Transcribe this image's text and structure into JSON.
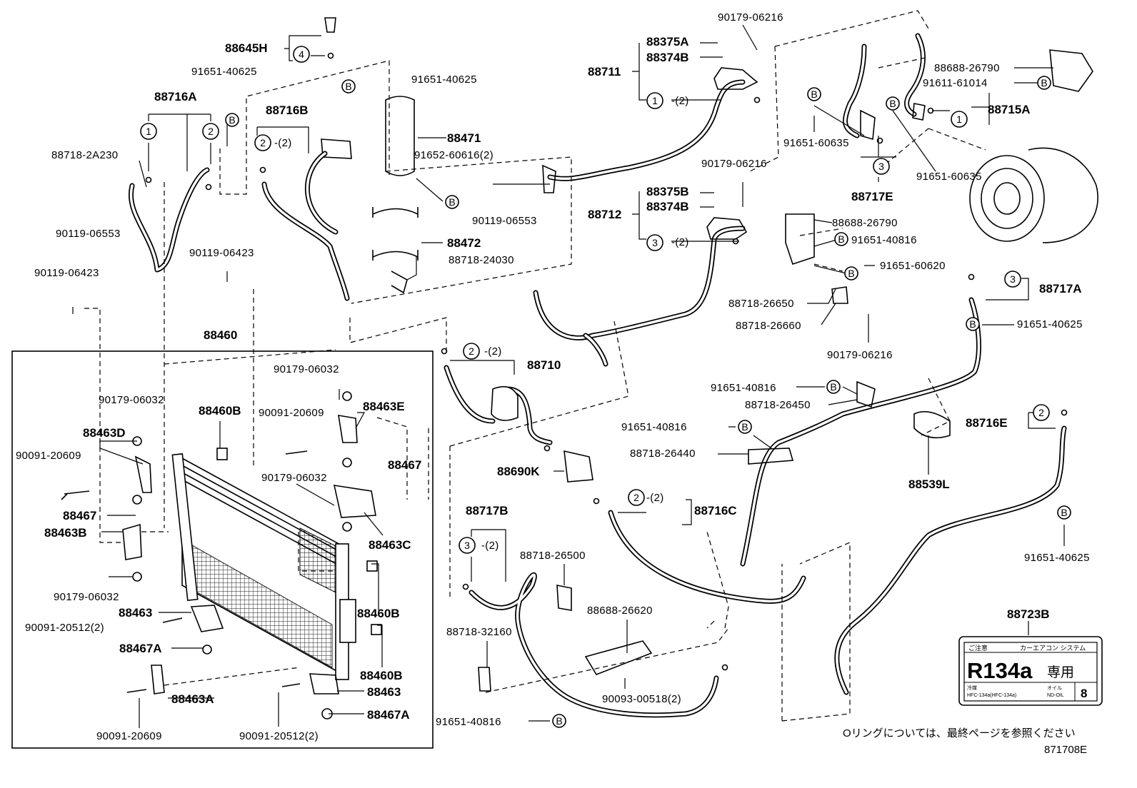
{
  "diagram": {
    "code": "871708E",
    "note": "Oリングについては、最終ページを参照ください",
    "label": {
      "header_left": "ご注意",
      "header_mid": "カーエアコン システム",
      "main": "R134a",
      "main_suffix": "専用",
      "small_left_top": "冷媒",
      "small_left_bottom": "HFC-134a(HFC-134a)",
      "small_right_top": "オイル",
      "small_right_bottom": "ND-OIL",
      "oil_number": "8"
    },
    "callouts": [
      {
        "id": "c1",
        "text": "88645H"
      },
      {
        "id": "c2",
        "text": "91651-40625"
      },
      {
        "id": "c3",
        "text": "88716A"
      },
      {
        "id": "c4",
        "text": "91651-40625"
      },
      {
        "id": "c5",
        "text": "88716B"
      },
      {
        "id": "c6",
        "text": "88718-2A230"
      },
      {
        "id": "c7",
        "text": "88471"
      },
      {
        "id": "c8",
        "text": "91652-60616(2)"
      },
      {
        "id": "c9",
        "text": "90119-06553"
      },
      {
        "id": "c10",
        "text": "88472"
      },
      {
        "id": "c11",
        "text": "88718-24030"
      },
      {
        "id": "c12",
        "text": "90119-06423"
      },
      {
        "id": "c13",
        "text": "90119-06423"
      },
      {
        "id": "c14",
        "text": "88460"
      },
      {
        "id": "c15",
        "text": "90179-06032"
      },
      {
        "id": "c16",
        "text": "88710"
      },
      {
        "id": "c17",
        "text": "90179-06032"
      },
      {
        "id": "c18",
        "text": "88460B"
      },
      {
        "id": "c19",
        "text": "90091-20609"
      },
      {
        "id": "c20",
        "text": "88463E"
      },
      {
        "id": "c21",
        "text": "88463D"
      },
      {
        "id": "c22",
        "text": "90091-20609"
      },
      {
        "id": "c23",
        "text": "88467"
      },
      {
        "id": "c24",
        "text": "90179-06032"
      },
      {
        "id": "c25",
        "text": "88467"
      },
      {
        "id": "c26",
        "text": "88463B"
      },
      {
        "id": "c27",
        "text": "88463C"
      },
      {
        "id": "c28",
        "text": "90179-06032"
      },
      {
        "id": "c29",
        "text": "88463"
      },
      {
        "id": "c30",
        "text": "88460B"
      },
      {
        "id": "c31",
        "text": "90091-20512(2)"
      },
      {
        "id": "c32",
        "text": "88467A"
      },
      {
        "id": "c33",
        "text": "88460B"
      },
      {
        "id": "c34",
        "text": "88463A"
      },
      {
        "id": "c35",
        "text": "88463"
      },
      {
        "id": "c36",
        "text": "88467A"
      },
      {
        "id": "c37",
        "text": "90091-20609"
      },
      {
        "id": "c38",
        "text": "90091-20512(2)"
      },
      {
        "id": "c39",
        "text": "90179-06216"
      },
      {
        "id": "c40",
        "text": "88375A"
      },
      {
        "id": "c41",
        "text": "88374B"
      },
      {
        "id": "c42",
        "text": "88711"
      },
      {
        "id": "c43",
        "text": "88688-26790"
      },
      {
        "id": "c44",
        "text": "91611-61014"
      },
      {
        "id": "c45",
        "text": "88715A"
      },
      {
        "id": "c46",
        "text": "91651-60635"
      },
      {
        "id": "c47",
        "text": "91651-60635"
      },
      {
        "id": "c48",
        "text": "90179-06216"
      },
      {
        "id": "c49",
        "text": "88717E"
      },
      {
        "id": "c50",
        "text": "88375B"
      },
      {
        "id": "c51",
        "text": "88374B"
      },
      {
        "id": "c52",
        "text": "88712"
      },
      {
        "id": "c53",
        "text": "90119-06553"
      },
      {
        "id": "c54",
        "text": "88688-26790"
      },
      {
        "id": "c55",
        "text": "91651-40816"
      },
      {
        "id": "c56",
        "text": "91651-60620"
      },
      {
        "id": "c57",
        "text": "88717A"
      },
      {
        "id": "c58",
        "text": "88718-26650"
      },
      {
        "id": "c59",
        "text": "88718-26660"
      },
      {
        "id": "c60",
        "text": "91651-40625"
      },
      {
        "id": "c61",
        "text": "90179-06216"
      },
      {
        "id": "c62",
        "text": "91651-40816"
      },
      {
        "id": "c63",
        "text": "88718-26450"
      },
      {
        "id": "c64",
        "text": "91651-40816"
      },
      {
        "id": "c65",
        "text": "88716E"
      },
      {
        "id": "c66",
        "text": "88690K"
      },
      {
        "id": "c67",
        "text": "88718-26440"
      },
      {
        "id": "c68",
        "text": "88539L"
      },
      {
        "id": "c69",
        "text": "88716C"
      },
      {
        "id": "c70",
        "text": "88717B"
      },
      {
        "id": "c71",
        "text": "88718-26500"
      },
      {
        "id": "c72",
        "text": "91651-40625"
      },
      {
        "id": "c73",
        "text": "88688-26620"
      },
      {
        "id": "c74",
        "text": "88718-32160"
      },
      {
        "id": "c75",
        "text": "88723B"
      },
      {
        "id": "c76",
        "text": "90093-00518(2)"
      },
      {
        "id": "c77",
        "text": "91651-40816"
      }
    ],
    "qty_marks": [
      {
        "id": "q1",
        "text": "-(2)"
      },
      {
        "id": "q2",
        "text": "-(2)"
      },
      {
        "id": "q3",
        "text": "-(2)"
      },
      {
        "id": "q4",
        "text": "-(2)"
      },
      {
        "id": "q5",
        "text": "-(2)"
      },
      {
        "id": "q6",
        "text": "-(2)"
      }
    ],
    "markers": [
      {
        "id": "m1",
        "text": "4"
      },
      {
        "id": "m2",
        "text": "B"
      },
      {
        "id": "m3",
        "text": "1"
      },
      {
        "id": "m4",
        "text": "2"
      },
      {
        "id": "m5",
        "text": "B"
      },
      {
        "id": "m6",
        "text": "2"
      },
      {
        "id": "m7",
        "text": "B"
      },
      {
        "id": "m8",
        "text": "1"
      },
      {
        "id": "m9",
        "text": "B"
      },
      {
        "id": "m10",
        "text": "B"
      },
      {
        "id": "m11",
        "text": "1"
      },
      {
        "id": "m12",
        "text": "B"
      },
      {
        "id": "m13",
        "text": "3"
      },
      {
        "id": "m14",
        "text": "3"
      },
      {
        "id": "m15",
        "text": "B"
      },
      {
        "id": "m16",
        "text": "B"
      },
      {
        "id": "m17",
        "text": "3"
      },
      {
        "id": "m18",
        "text": "B"
      },
      {
        "id": "m19",
        "text": "2"
      },
      {
        "id": "m20",
        "text": "B"
      },
      {
        "id": "m21",
        "text": "B"
      },
      {
        "id": "m22",
        "text": "2"
      },
      {
        "id": "m23",
        "text": "2"
      },
      {
        "id": "m24",
        "text": "3"
      },
      {
        "id": "m25",
        "text": "B"
      },
      {
        "id": "m26",
        "text": "B"
      }
    ]
  }
}
